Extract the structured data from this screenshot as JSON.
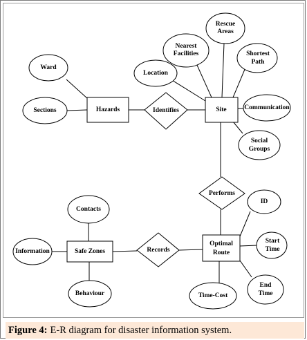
{
  "diagram": {
    "entities": {
      "hazards": "Hazards",
      "site": "Site",
      "safe_zones": "Safe Zones",
      "optimal_route": [
        "Optimal",
        "Route"
      ]
    },
    "relationships": {
      "identifies": "Identifies",
      "performs": "Performs",
      "records": "Records"
    },
    "attributes": {
      "ward": "Ward",
      "sections": "Sections",
      "location": "Location",
      "nearest_facilities": [
        "Nearest",
        "Facilities"
      ],
      "rescue_areas": [
        "Rescue",
        "Areas"
      ],
      "shortest_path": [
        "Shortest",
        "Path"
      ],
      "communication": "Communication",
      "social_groups": [
        "Social",
        "Groups"
      ],
      "contacts": "Contacts",
      "information": "Information",
      "behaviour": "Behaviour",
      "id": "ID",
      "start_time": [
        "Start",
        "Time"
      ],
      "end_time": [
        "End",
        "Time"
      ],
      "time_cost": "Time-Cost"
    }
  },
  "caption": {
    "label": "Figure 4:",
    "text": "E-R diagram for disaster information system."
  }
}
